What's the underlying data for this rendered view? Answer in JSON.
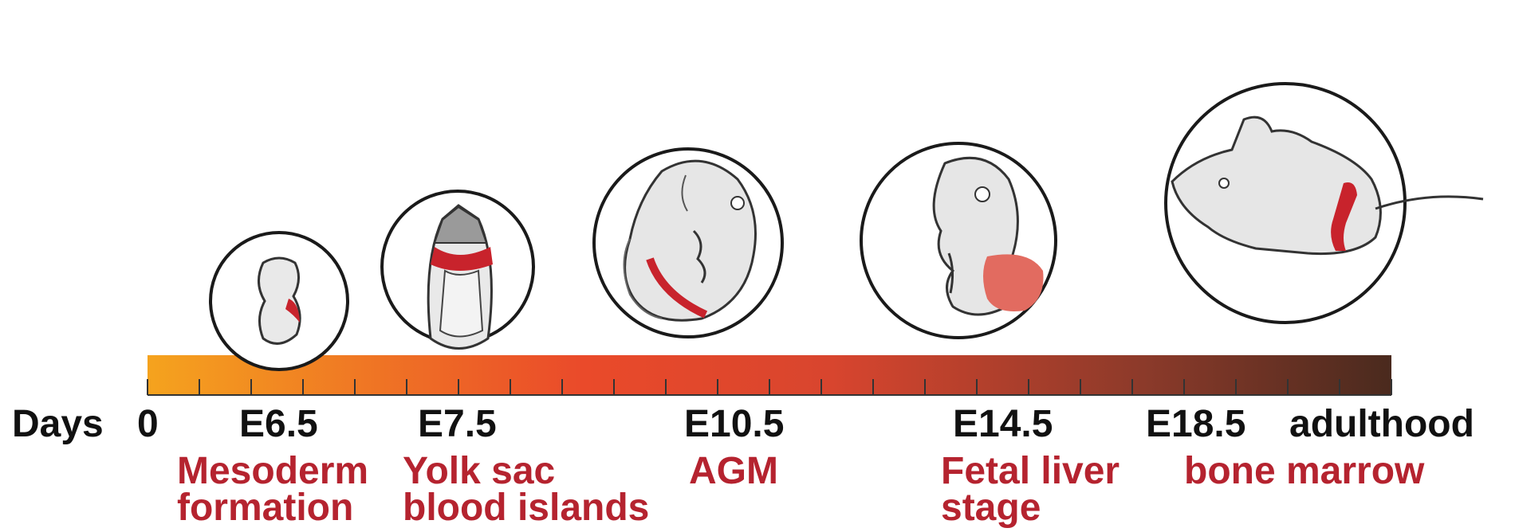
{
  "axis": {
    "days_label": "Days",
    "ticks": [
      "0",
      "E6.5",
      "E7.5",
      "E10.5",
      "E14.5",
      "E18.5",
      "adulthood"
    ]
  },
  "stages": [
    {
      "line1": "Mesoderm",
      "line2": "formation"
    },
    {
      "line1": "Yolk sac",
      "line2": "blood islands"
    },
    {
      "line1": "AGM",
      "line2": ""
    },
    {
      "line1": "Fetal liver",
      "line2": "stage"
    },
    {
      "line1": "bone marrow",
      "line2": ""
    }
  ],
  "colors": {
    "stage_label": "#b5232f",
    "gradient_start": "#f5a31e",
    "gradient_mid": "#e63a2e",
    "gradient_end": "#4a2a1e",
    "hemato_red": "#c8232c",
    "liver": "#e26b60"
  }
}
